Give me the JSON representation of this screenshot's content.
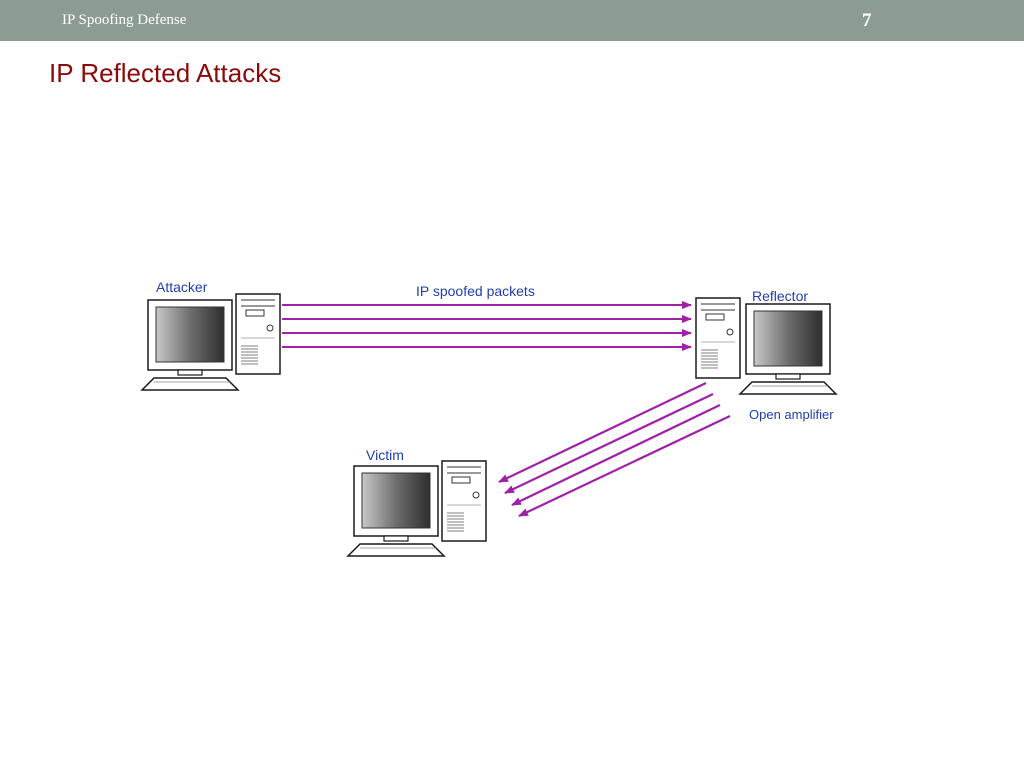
{
  "header": {
    "deck_title": "IP Spoofing Defense",
    "slide_number": "7"
  },
  "slide": {
    "title": "IP Reflected Attacks"
  },
  "diagram": {
    "nodes": {
      "attacker": {
        "label": "Attacker"
      },
      "reflector": {
        "label": "Reflector",
        "sublabel": "Open amplifier"
      },
      "victim": {
        "label": "Victim"
      }
    },
    "edges": [
      {
        "from": "attacker",
        "to": "reflector",
        "label": "IP spoofed packets",
        "count": 4
      },
      {
        "from": "reflector",
        "to": "victim",
        "count": 4
      }
    ],
    "colors": {
      "arrow": "#a020a8",
      "label": "#1f3fb0",
      "title": "#8b0a0a",
      "header_bar": "#8c9c93"
    },
    "icons": [
      "desktop-computer-icon"
    ]
  }
}
